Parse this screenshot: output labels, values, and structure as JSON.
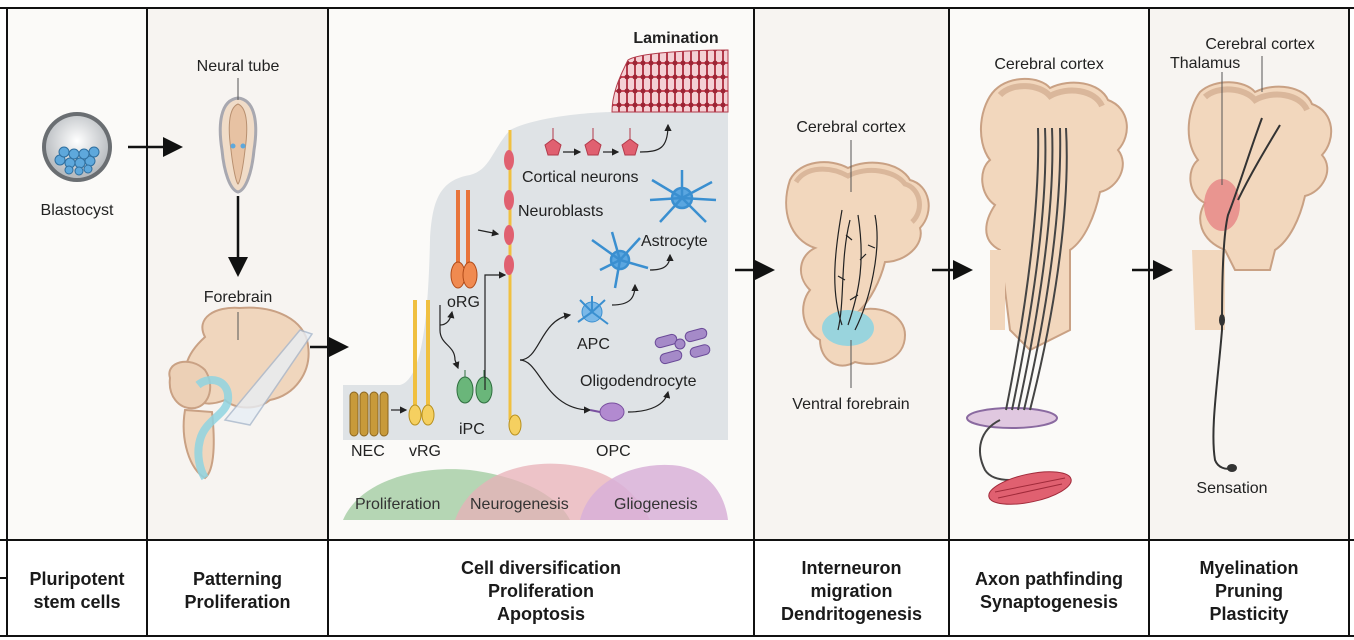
{
  "columns": [
    {
      "id": "pluripotent",
      "stage_lines": [
        "Pluripotent",
        "stem cells"
      ],
      "labels": {
        "blastocyst": "Blastocyst"
      }
    },
    {
      "id": "patterning",
      "stage_lines": [
        "Patterning",
        "Proliferation"
      ],
      "labels": {
        "neural_tube": "Neural tube",
        "forebrain": "Forebrain"
      }
    },
    {
      "id": "diversification",
      "stage_lines": [
        "Cell diversification",
        "Proliferation",
        "Apoptosis"
      ],
      "labels": {
        "lamination": "Lamination",
        "cortical_neurons": "Cortical neurons",
        "neuroblasts": "Neuroblasts",
        "astrocyte": "Astrocyte",
        "org": "oRG",
        "apc": "APC",
        "oligodendrocyte": "Oligodendrocyte",
        "ipc": "iPC",
        "nec": "NEC",
        "vrg": "vRG",
        "opc": "OPC"
      },
      "phases": {
        "proliferation": "Proliferation",
        "neurogenesis": "Neurogenesis",
        "gliogenesis": "Gliogenesis"
      }
    },
    {
      "id": "interneuron",
      "stage_lines": [
        "Interneuron",
        "migration",
        "Dendritogenesis"
      ],
      "labels": {
        "cerebral_cortex": "Cerebral cortex",
        "ventral_forebrain": "Ventral forebrain"
      }
    },
    {
      "id": "axon",
      "stage_lines": [
        "Axon pathfinding",
        "Synaptogenesis"
      ],
      "labels": {
        "cerebral_cortex": "Cerebral cortex"
      }
    },
    {
      "id": "myelination",
      "stage_lines": [
        "Myelination",
        "Pruning",
        "Plasticity"
      ],
      "labels": {
        "cerebral_cortex": "Cerebral cortex",
        "thalamus": "Thalamus",
        "sensation": "Sensation"
      }
    }
  ],
  "colors": {
    "tissue": "#f2d7bd",
    "tissue_dark": "#c9a184",
    "panel_bg": "#f7f5f3",
    "process_bg": "#dfe3e6",
    "neuron_red": "#e06070",
    "astro_blue": "#3a8fd0",
    "org_orange": "#e8743a",
    "ipc_green": "#5aa36a",
    "oligo_purple": "#9a7bc0",
    "nec_gold": "#c89a3a",
    "vrg_yellow": "#f0c040",
    "prolif_green": "#a8cfa8",
    "neuro_pink": "#e8b0b8",
    "glio_purple": "#d8b0d8",
    "ventral_cyan": "#8fd4e0"
  }
}
